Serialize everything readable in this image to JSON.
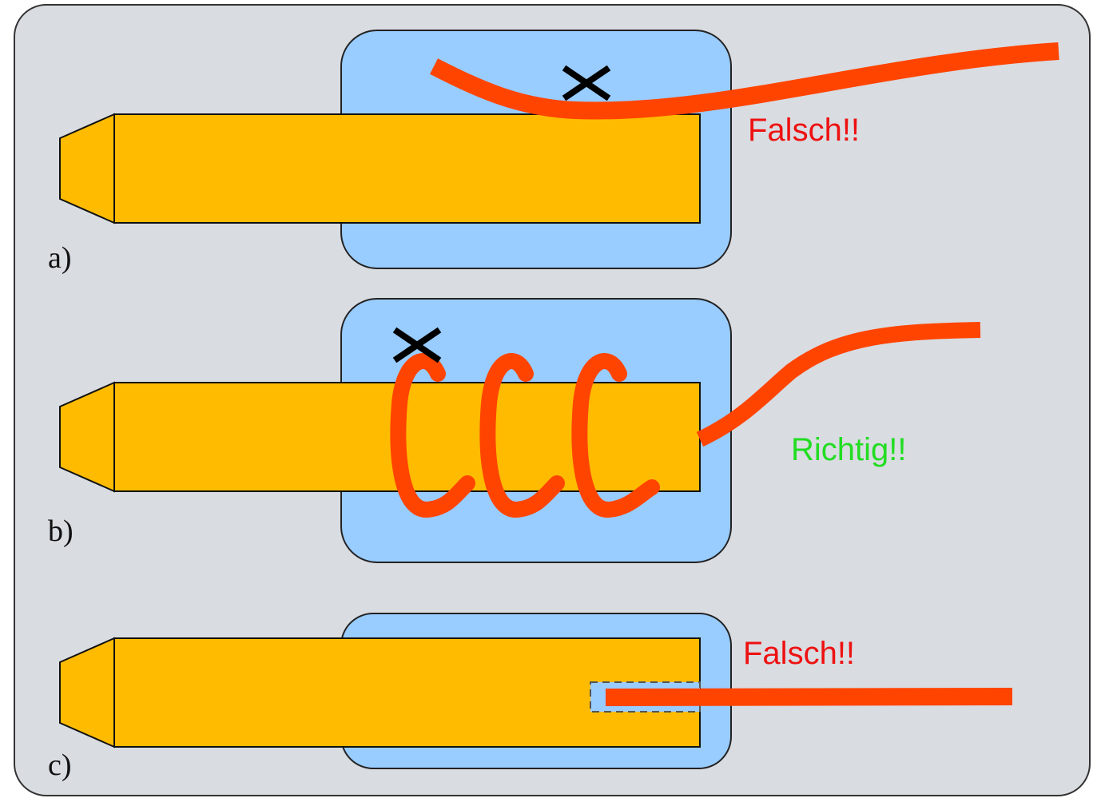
{
  "panels": [
    {
      "label": "a)",
      "verdict": "Falsch!!",
      "verdict_color": "#ee1111"
    },
    {
      "label": "b)",
      "verdict": "Richtig!!",
      "verdict_color": "#22dd22"
    },
    {
      "label": "c)",
      "verdict": "Falsch!!",
      "verdict_color": "#ee1111"
    }
  ],
  "colors": {
    "background": "#d9dce1",
    "pad": "#99ccff",
    "pin": "#ffbb00",
    "wire": "#ff4400",
    "cross": "#000000"
  }
}
